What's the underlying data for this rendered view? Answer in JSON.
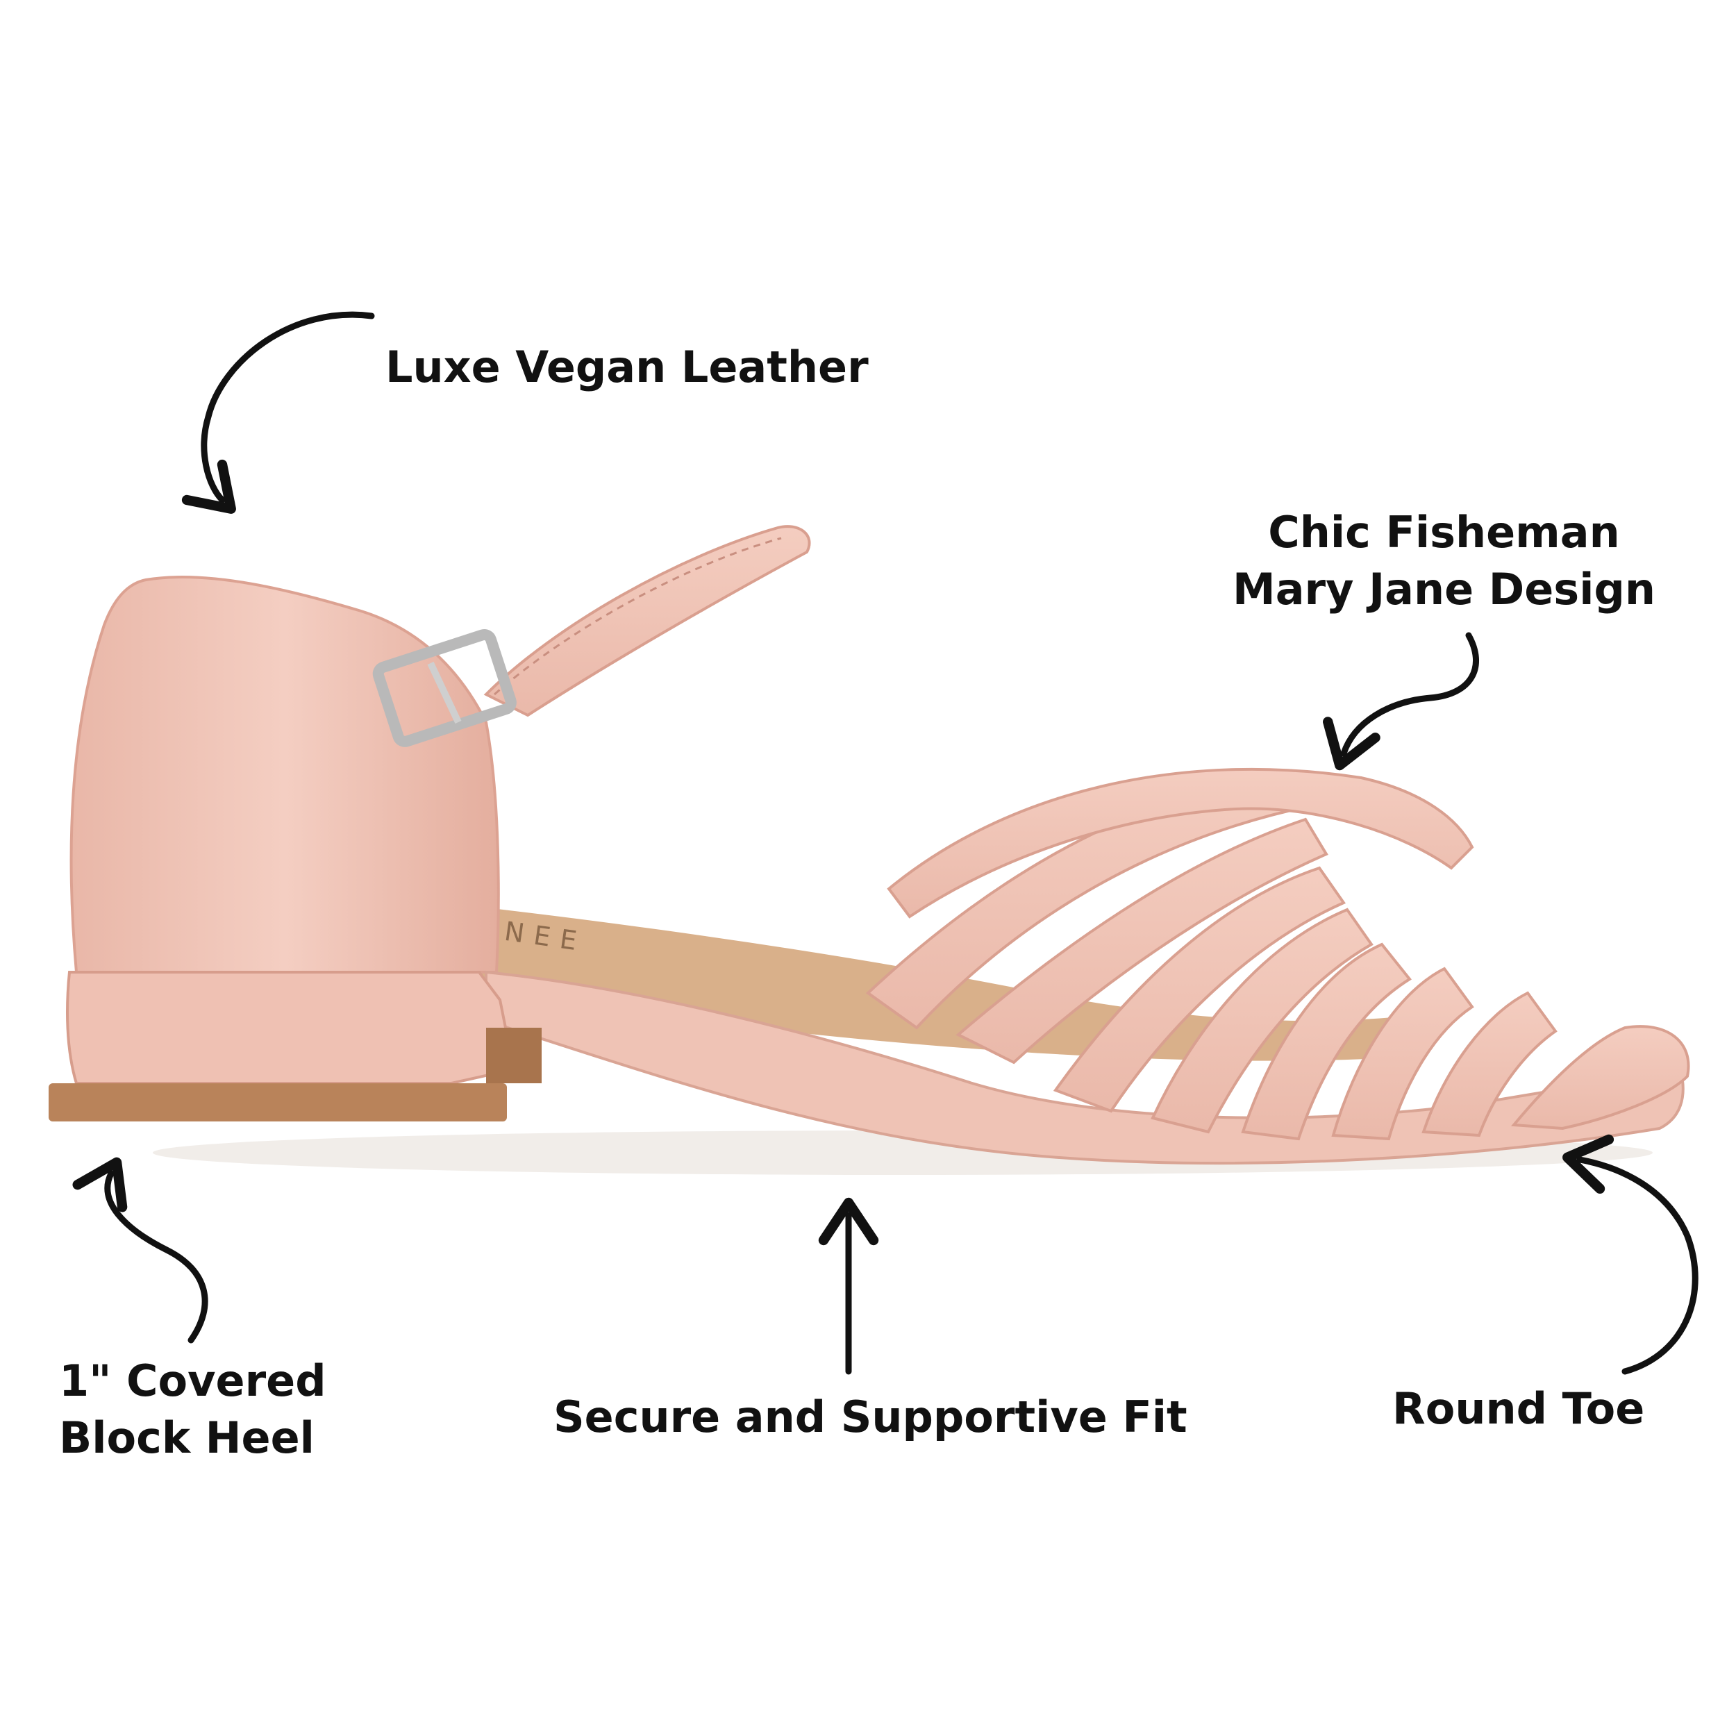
{
  "callouts": {
    "material": [
      "Luxe Vegan Leather"
    ],
    "design": [
      "Chic Fisheman",
      "Mary Jane Design"
    ],
    "heel": [
      "1\" Covered",
      "Block Heel"
    ],
    "fit": [
      "Secure and Supportive Fit"
    ],
    "toe": [
      "Round Toe"
    ]
  },
  "insole_logo_text": "JNEE",
  "colors": {
    "background": "#ffffff",
    "shoe_upper": "#f0c4b6",
    "shoe_shadow": "#dea797",
    "insole": "#d9b08a",
    "outsole": "#b9835a",
    "buckle": "#c9c9c9",
    "arrow": "#111111",
    "text": "#111111"
  },
  "icons": [
    "curved-arrow-icon",
    "straight-arrow-icon",
    "buckle-icon"
  ]
}
